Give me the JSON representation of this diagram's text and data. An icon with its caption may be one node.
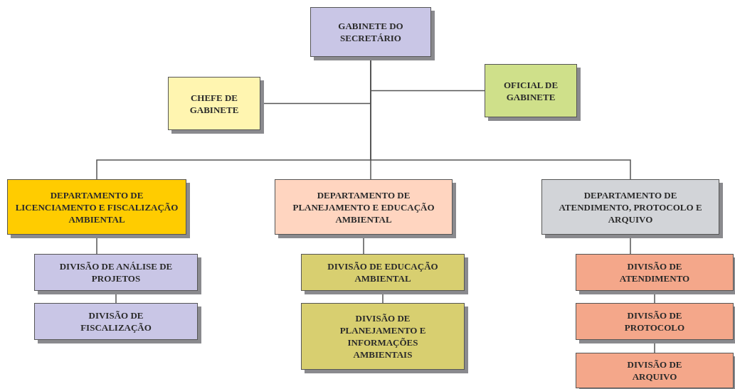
{
  "diagram": {
    "nodes": [
      {
        "text": [
          "GABINETE DO SECRETÁRIO"
        ]
      },
      {
        "text": [
          "CHEFE DE GABINETE"
        ]
      },
      {
        "text": [
          "OFICIAL DE GABINETE"
        ]
      },
      {
        "text": [
          "DEPARTAMENTO DE LICENCIAMENTO E FISCALIZAÇÃO AMBIENTAL"
        ]
      },
      {
        "text": [
          "DEPARTAMENTO DE PLANEJAMENTO E EDUCAÇÃO AMBIENTAL"
        ]
      },
      {
        "text": [
          "DEPARTAMENTO DE ATENDIMENTO, PROTOCOLO E ARQUIVO"
        ]
      },
      {
        "text": [
          "DIVISÃO DE ANÁLISE DE PROJETOS"
        ]
      },
      {
        "text": [
          "DIVISÃO DE FISCALIZAÇÃO"
        ]
      },
      {
        "text": [
          "DIVISÃO DE EDUCAÇÃO AMBIENTAL"
        ]
      },
      {
        "text": [
          "DIVISÃO DE PLANEJAMENTO E INFORMAÇÕES AMBIENTAIS"
        ]
      },
      {
        "text": [
          "DIVISÃO DE ATENDIMENTO"
        ]
      },
      {
        "text": [
          "DIVISÃO DE PROTOCOLO"
        ]
      },
      {
        "text": [
          "DIVISÃO DE ARQUIVO"
        ]
      }
    ],
    "edges": [
      {
        "from": 0,
        "to": 1,
        "arrow": "none"
      },
      {
        "from": 0,
        "to": 2,
        "arrow": "none"
      },
      {
        "from": 0,
        "to": 3,
        "arrow": "none"
      },
      {
        "from": 0,
        "to": 4,
        "arrow": "none"
      },
      {
        "from": 0,
        "to": 5,
        "arrow": "none"
      },
      {
        "from": 3,
        "to": 6,
        "arrow": "none"
      },
      {
        "from": 6,
        "to": 7,
        "arrow": "none"
      },
      {
        "from": 4,
        "to": 8,
        "arrow": "none"
      },
      {
        "from": 8,
        "to": 9,
        "arrow": "none"
      },
      {
        "from": 5,
        "to": 10,
        "arrow": "none"
      },
      {
        "from": 10,
        "to": 11,
        "arrow": "none"
      },
      {
        "from": 11,
        "to": 12,
        "arrow": "none"
      }
    ]
  }
}
